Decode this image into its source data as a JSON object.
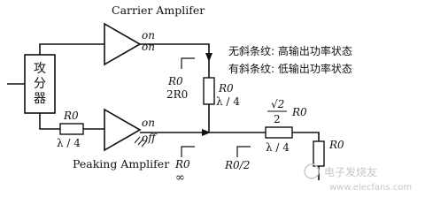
{
  "diagram": {
    "splitter_label": "攻分器",
    "carrier_amp_label": "Carrier Amplifer",
    "peaking_amp_label": "Peaking Amplifer",
    "carrier_on": "on",
    "carrier_on2": "on",
    "peaking_on": "on",
    "peaking_off": "off",
    "r0": "R0",
    "r0_2r0_top": "R0",
    "r0_2r0_bottom": "2R0",
    "line_carrier_r0": "R0",
    "line_carrier_len": "λ / 4",
    "line_input_r0": "R0",
    "line_input_len": "λ / 4",
    "r0_inf_top": "R0",
    "r0_inf_bottom": "∞",
    "r0_half": "R0/2",
    "xfmr_coeff": "√2",
    "xfmr_den": "2",
    "xfmr_r0": "R0",
    "xfmr_len": "λ / 4",
    "load_r0": "R0",
    "legend_no_hatch": "无斜条纹: 高输出功率状态",
    "legend_hatch": "有斜条纹: 低输出功率状态",
    "watermark": "电子发烧友",
    "watermark_url": "www.elecfans.com"
  }
}
